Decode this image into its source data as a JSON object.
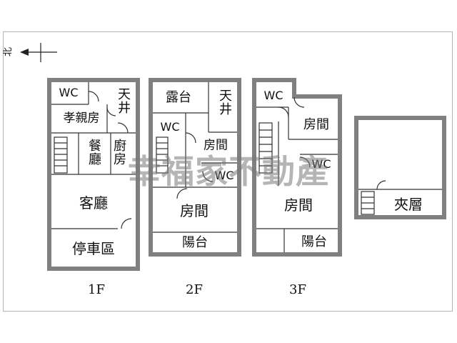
{
  "compass": {
    "label": "北"
  },
  "watermark": {
    "text": "幸福家不動產",
    "color": "#808080"
  },
  "colors": {
    "wall": "#808080",
    "line": "#222222",
    "frame": "#b5b5b5"
  },
  "floors": {
    "f1": {
      "label": "1F",
      "rooms": {
        "wc": "WC",
        "skylight": "天井",
        "elder_room": "孝親房",
        "dining": "餐廳",
        "kitchen": "廚房",
        "living": "客廳",
        "parking": "停車區"
      }
    },
    "f2": {
      "label": "2F",
      "rooms": {
        "terrace": "露台",
        "skylight": "天井",
        "wc_left": "WC",
        "room_small": "房間",
        "wc_right": "WC",
        "room_main": "房間",
        "balcony": "陽台"
      }
    },
    "f3": {
      "label": "3F",
      "rooms": {
        "wc_top": "WC",
        "room_upper": "房間",
        "wc_mid": "WC",
        "room_main": "房間",
        "balcony": "陽台"
      }
    },
    "mezzanine": {
      "rooms": {
        "loft": "夾層"
      }
    }
  }
}
